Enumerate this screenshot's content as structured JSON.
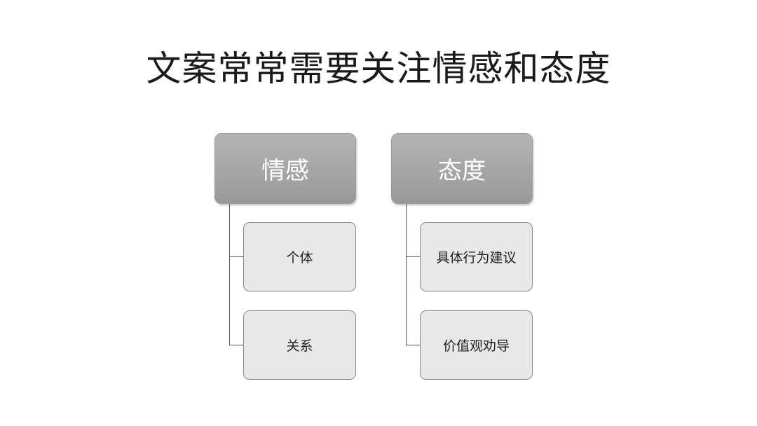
{
  "title": "文案常常需要关注情感和态度",
  "groups": [
    {
      "label": "情感",
      "children": [
        "个体",
        "关系"
      ]
    },
    {
      "label": "态度",
      "children": [
        "具体行为建议",
        "价值观劝导"
      ]
    }
  ],
  "colors": {
    "header_fill": "#a8a8a8",
    "child_fill": "#e8e8e8",
    "connector": "#555555"
  }
}
